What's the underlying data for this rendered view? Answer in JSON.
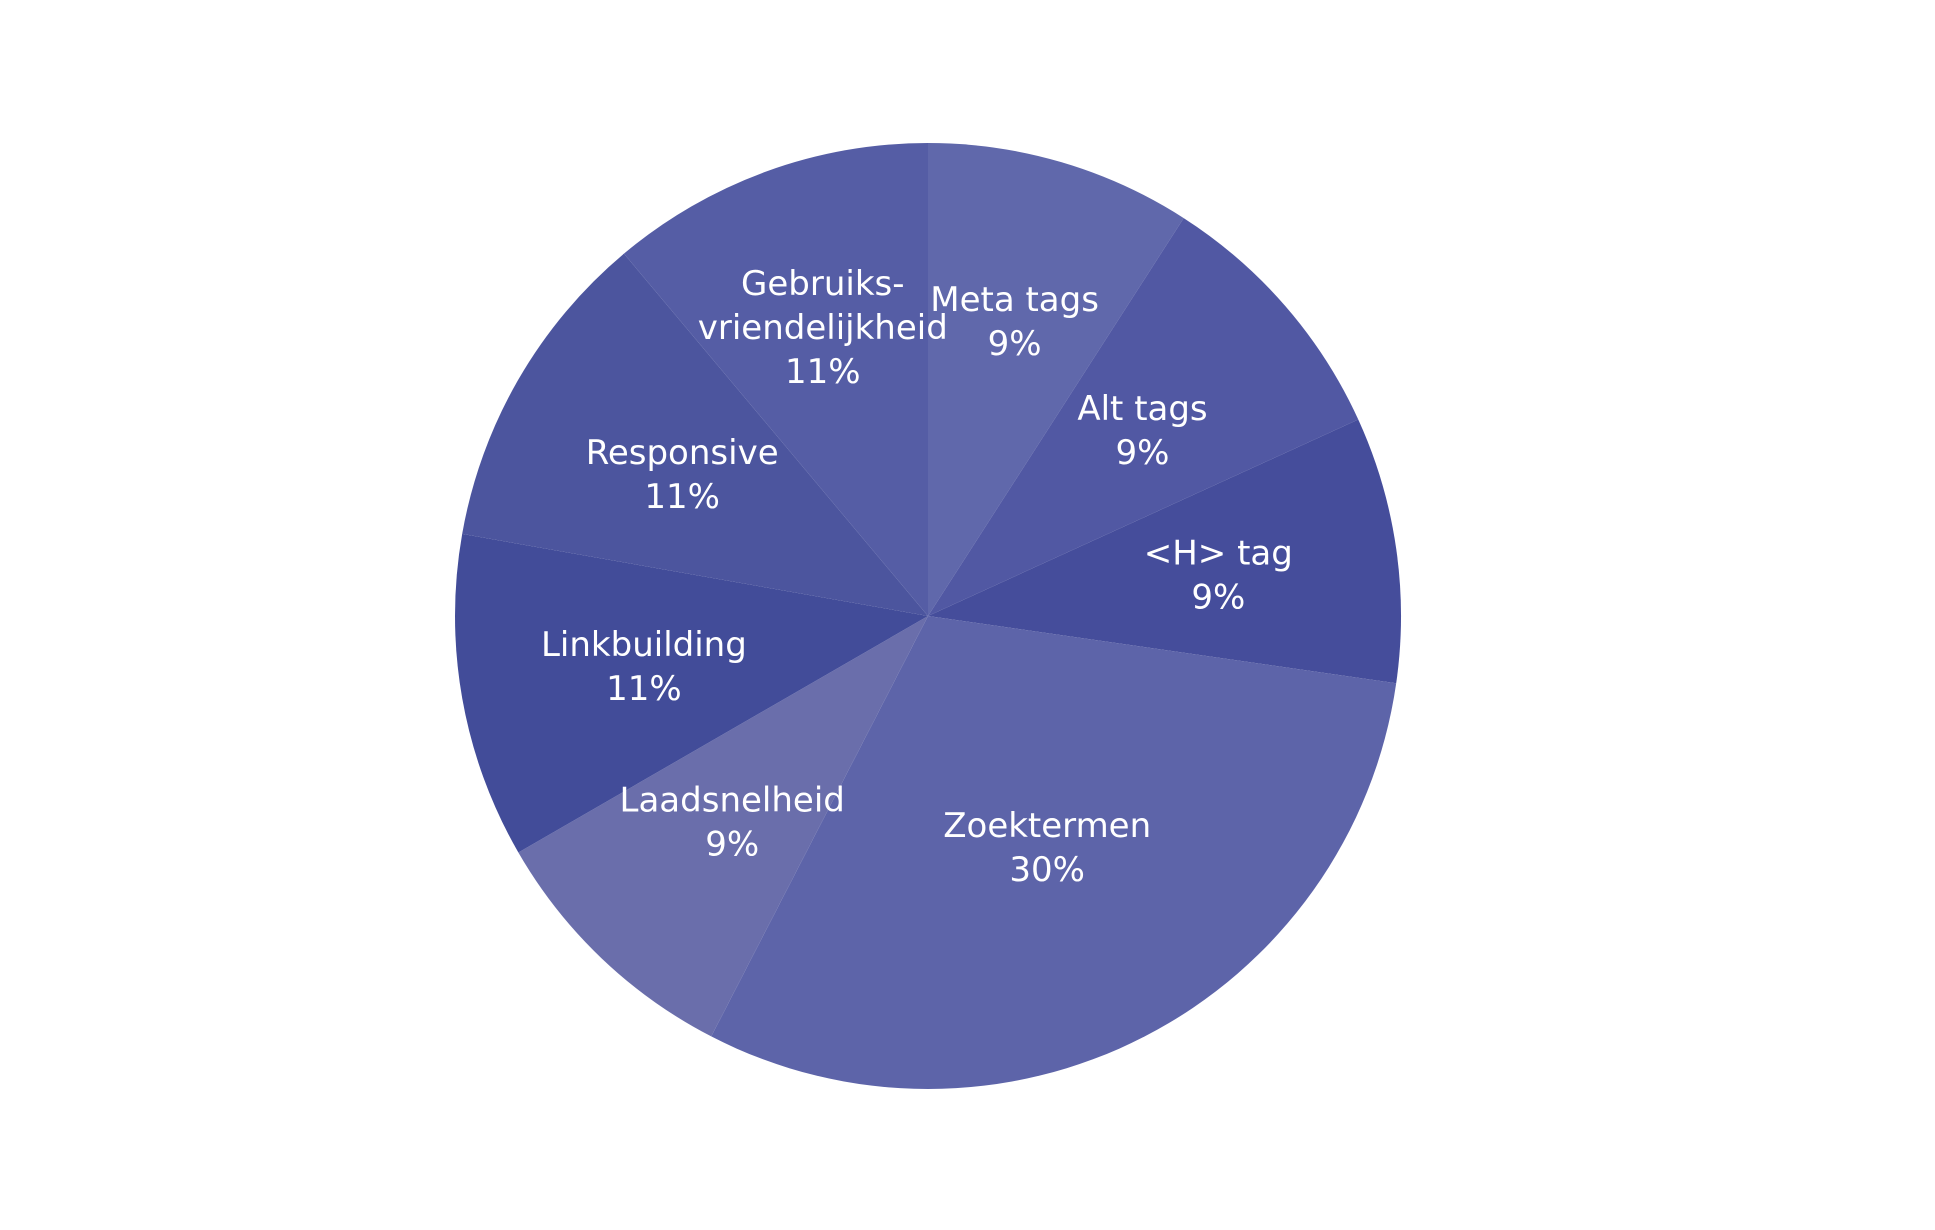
{
  "chart_data": {
    "type": "pie",
    "start_angle_deg": 0,
    "direction": "clockwise",
    "legend": "none",
    "slices": [
      {
        "label_lines": [
          "Meta tags"
        ],
        "percent_label": "9%",
        "value": 9,
        "color": "#6068ab"
      },
      {
        "label_lines": [
          "Alt tags"
        ],
        "percent_label": "9%",
        "value": 9,
        "color": "#5158a3"
      },
      {
        "label_lines": [
          "<H> tag"
        ],
        "percent_label": "9%",
        "value": 9,
        "color": "#454d9b"
      },
      {
        "label_lines": [
          "Zoektermen"
        ],
        "percent_label": "30%",
        "value": 30,
        "color": "#5d64a9"
      },
      {
        "label_lines": [
          "Laadsnelheid"
        ],
        "percent_label": "9%",
        "value": 9,
        "color": "#6a6eab"
      },
      {
        "label_lines": [
          "Linkbuilding"
        ],
        "percent_label": "11%",
        "value": 11,
        "color": "#424c99"
      },
      {
        "label_lines": [
          "Responsive"
        ],
        "percent_label": "11%",
        "value": 11,
        "color": "#4c559e"
      },
      {
        "label_lines": [
          "Gebruiks-",
          "vriendelijkheid"
        ],
        "percent_label": "11%",
        "value": 11,
        "color": "#555da5"
      }
    ]
  }
}
